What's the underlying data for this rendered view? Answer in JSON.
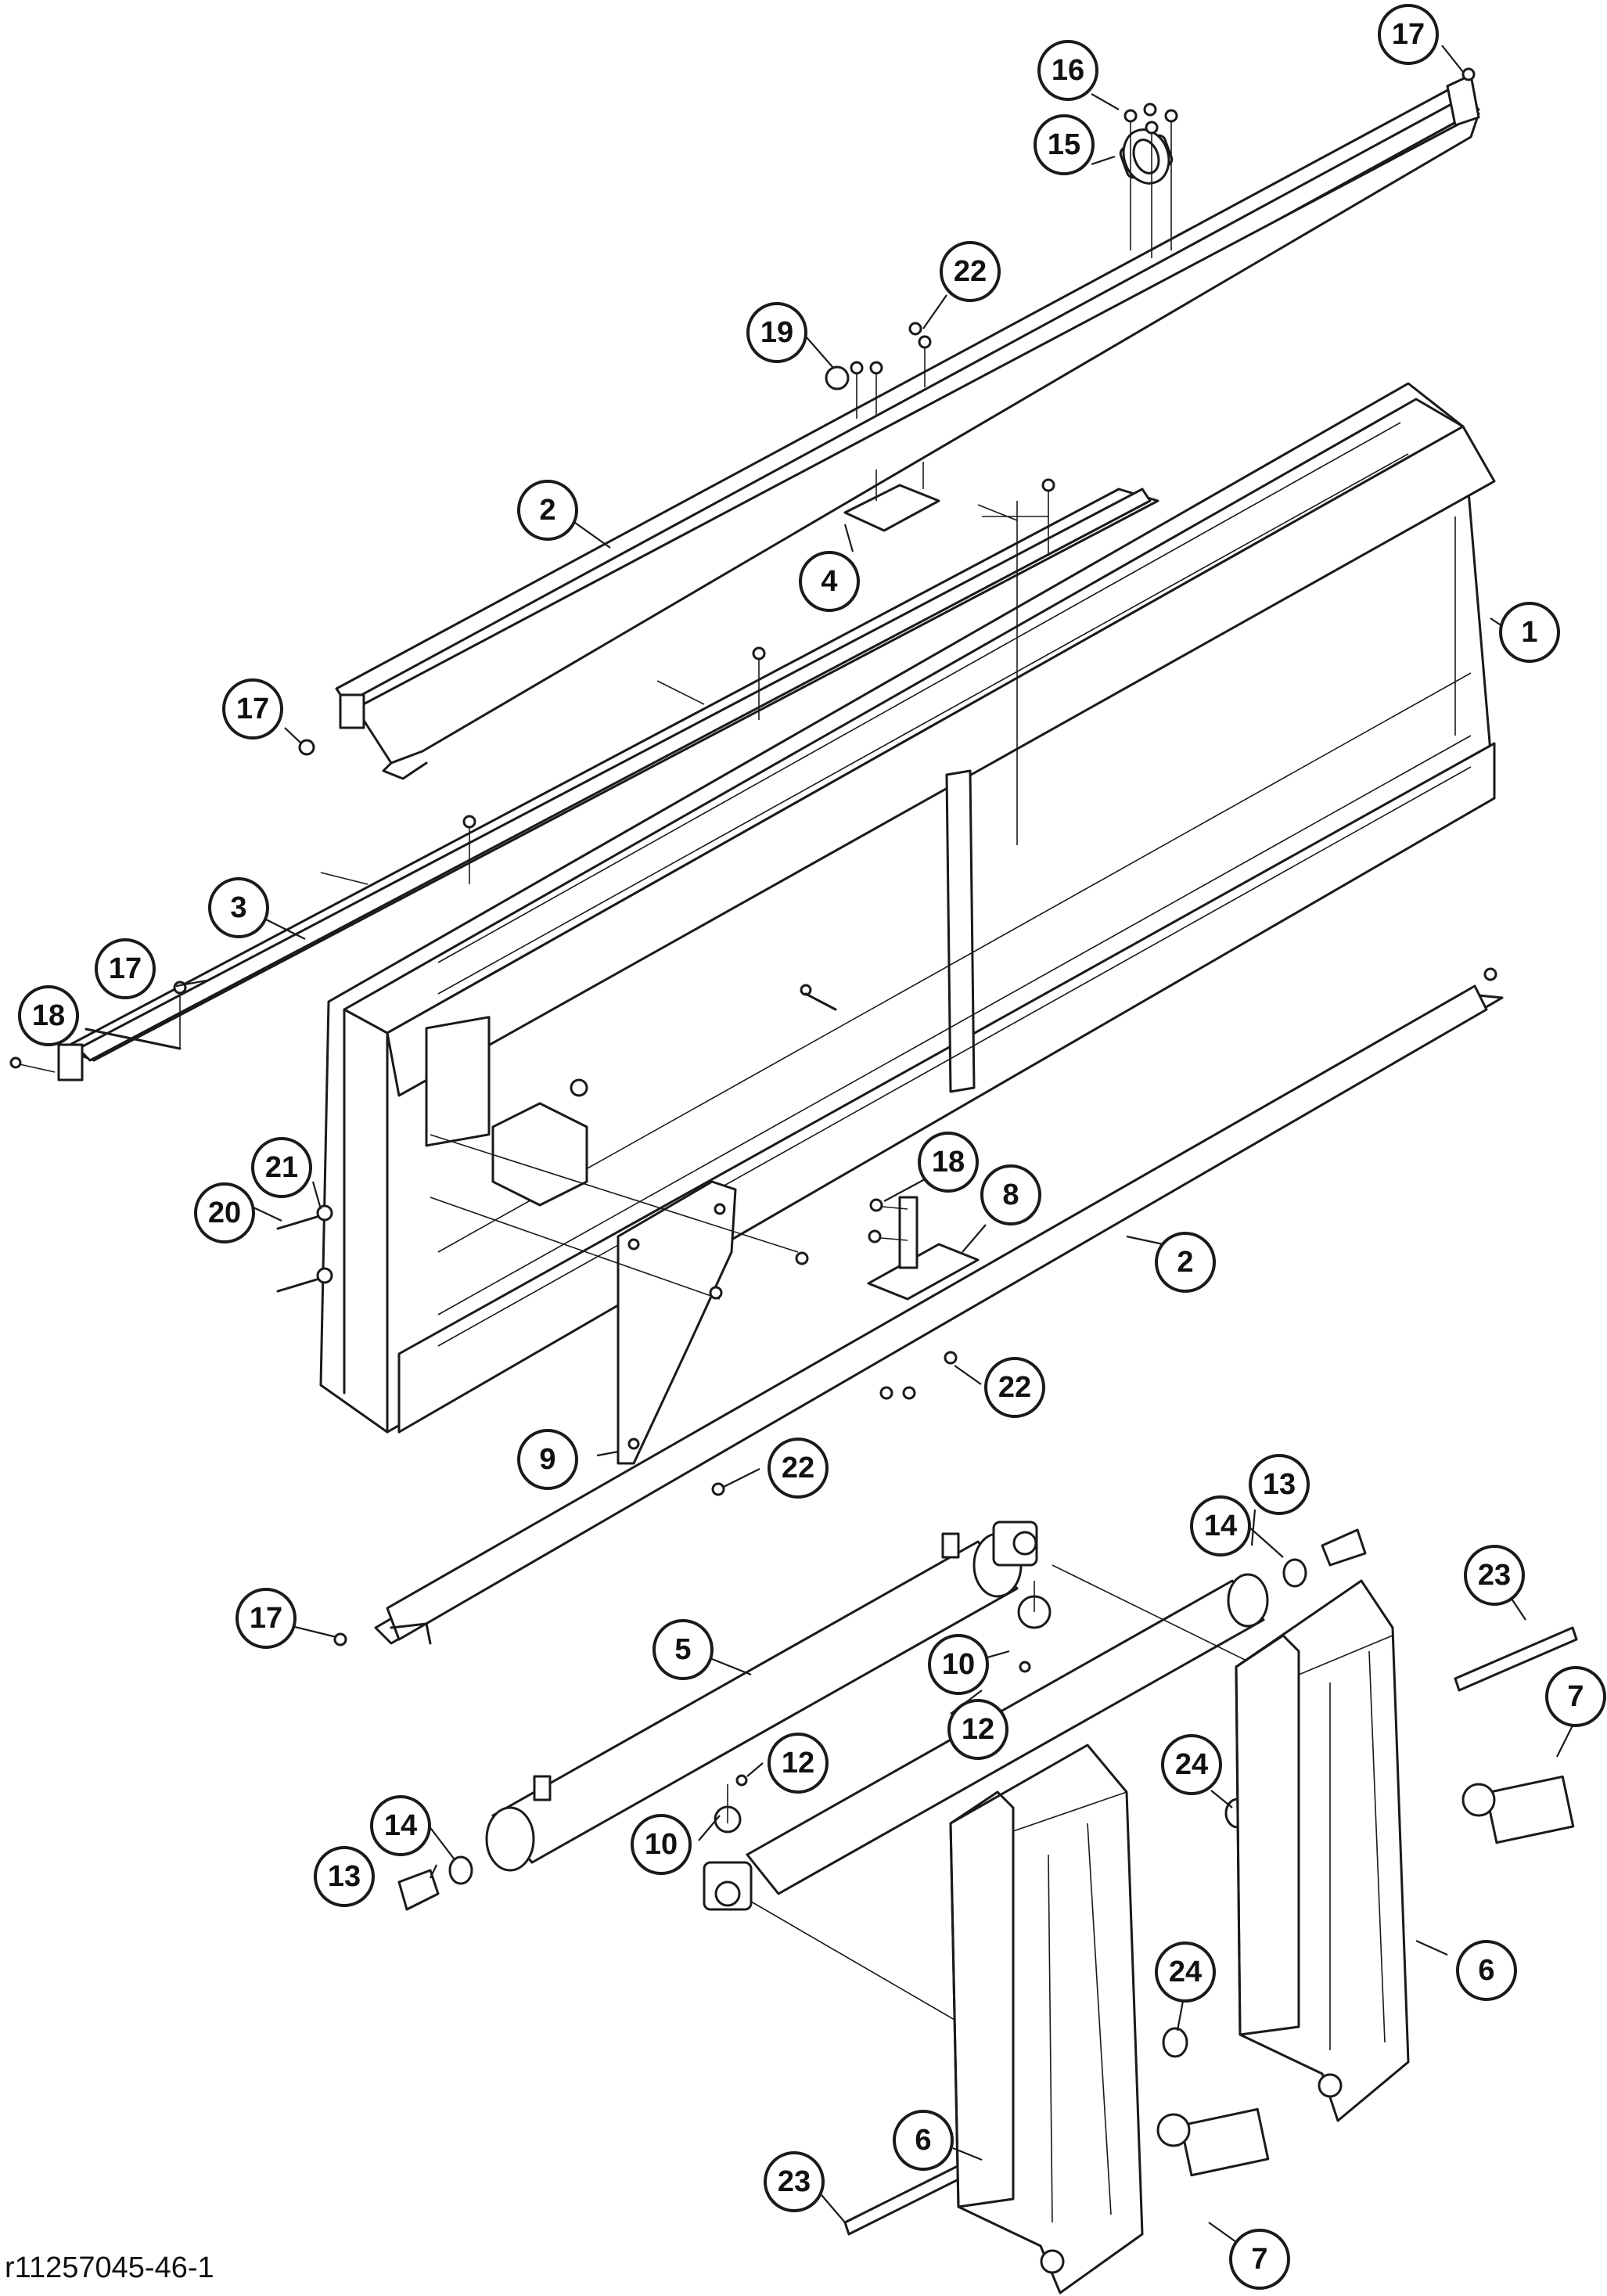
{
  "figure": {
    "reference": "r11257045-46-1"
  },
  "callouts": [
    {
      "id": "c1",
      "label": "1"
    },
    {
      "id": "c2a",
      "label": "2"
    },
    {
      "id": "c2b",
      "label": "2"
    },
    {
      "id": "c3",
      "label": "3"
    },
    {
      "id": "c4",
      "label": "4"
    },
    {
      "id": "c5",
      "label": "5"
    },
    {
      "id": "c6a",
      "label": "6"
    },
    {
      "id": "c6b",
      "label": "6"
    },
    {
      "id": "c7a",
      "label": "7"
    },
    {
      "id": "c7b",
      "label": "7"
    },
    {
      "id": "c8",
      "label": "8"
    },
    {
      "id": "c9",
      "label": "9"
    },
    {
      "id": "c10a",
      "label": "10"
    },
    {
      "id": "c10b",
      "label": "10"
    },
    {
      "id": "c12a",
      "label": "12"
    },
    {
      "id": "c12b",
      "label": "12"
    },
    {
      "id": "c13a",
      "label": "13"
    },
    {
      "id": "c13b",
      "label": "13"
    },
    {
      "id": "c14a",
      "label": "14"
    },
    {
      "id": "c14b",
      "label": "14"
    },
    {
      "id": "c15",
      "label": "15"
    },
    {
      "id": "c16",
      "label": "16"
    },
    {
      "id": "c17a",
      "label": "17"
    },
    {
      "id": "c17b",
      "label": "17"
    },
    {
      "id": "c17c",
      "label": "17"
    },
    {
      "id": "c17d",
      "label": "17"
    },
    {
      "id": "c18a",
      "label": "18"
    },
    {
      "id": "c18b",
      "label": "18"
    },
    {
      "id": "c19",
      "label": "19"
    },
    {
      "id": "c20",
      "label": "20"
    },
    {
      "id": "c21",
      "label": "21"
    },
    {
      "id": "c22a",
      "label": "22"
    },
    {
      "id": "c22b",
      "label": "22"
    },
    {
      "id": "c22c",
      "label": "22"
    },
    {
      "id": "c23a",
      "label": "23"
    },
    {
      "id": "c23b",
      "label": "23"
    },
    {
      "id": "c24a",
      "label": "24"
    },
    {
      "id": "c24b",
      "label": "24"
    }
  ]
}
